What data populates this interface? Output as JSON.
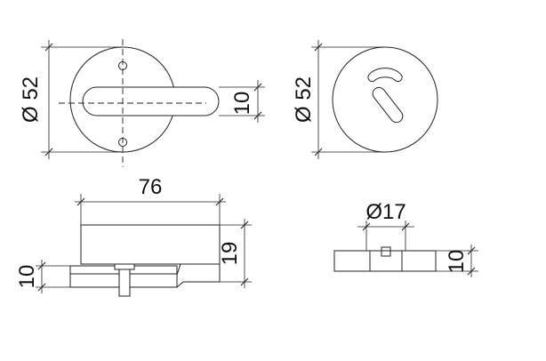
{
  "dimensions": {
    "front_diameter": "Ø 52",
    "front_lever_height": "10",
    "rear_diameter": "Ø 52",
    "side_length": "76",
    "side_height": "19",
    "side_rose_thickness": "10",
    "indicator_diameter": "Ø17",
    "indicator_thickness": "10"
  },
  "colors": {
    "line": "#222222",
    "background": "#ffffff"
  }
}
